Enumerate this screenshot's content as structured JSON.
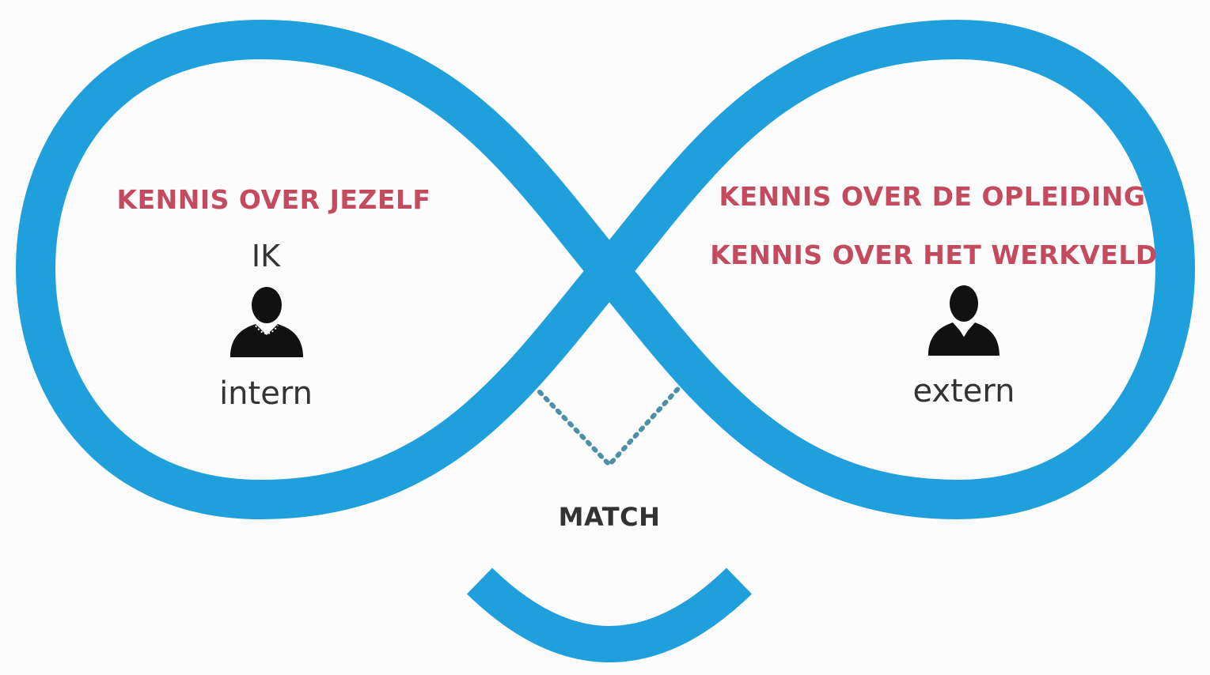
{
  "colors": {
    "loop": "#1fa0dc",
    "heading": "#c44a5d",
    "text": "#333333",
    "icon": "#111111",
    "dots": "#4c8fa8",
    "background": "#fcfcfc"
  },
  "left": {
    "heading": "KENNIS OVER JEZELF",
    "label": "IK",
    "icon": "person-icon",
    "caption": "intern"
  },
  "right": {
    "heading_1": "KENNIS OVER DE OPLEIDING",
    "heading_2": "KENNIS OVER HET WERKVELD",
    "icon": "person-icon",
    "caption": "extern"
  },
  "match": {
    "label": "MATCH"
  }
}
